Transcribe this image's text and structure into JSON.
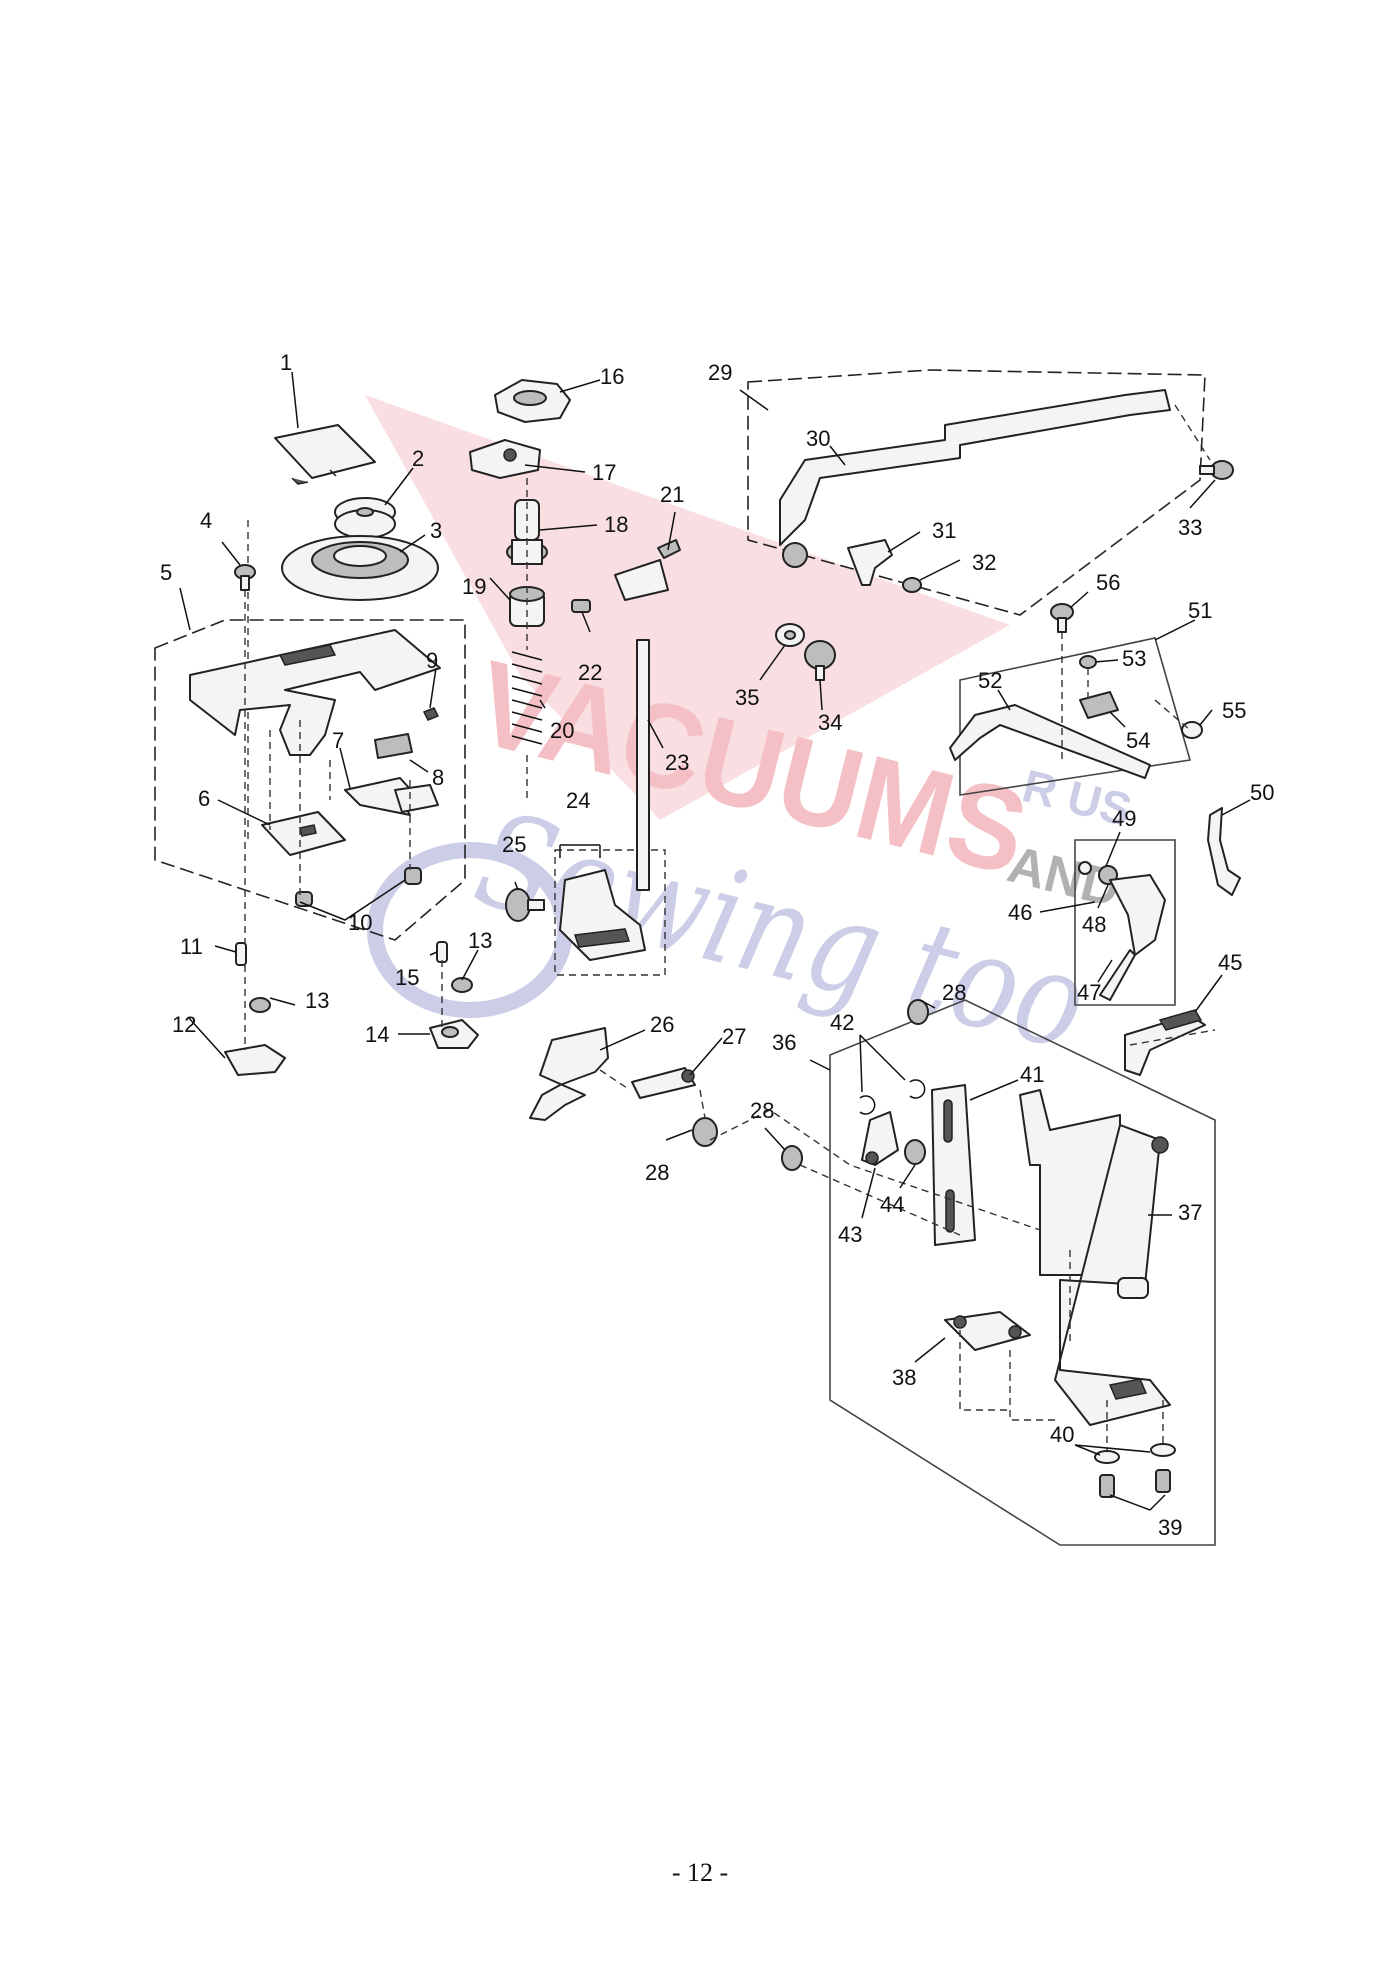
{
  "page_number": "- 12 -",
  "watermark": {
    "line1": "VACUUMS",
    "line2": "R US",
    "line3": "AND",
    "line4": "Sewing too",
    "color_red": "#e8747f",
    "color_blue": "#8f92cc"
  },
  "callouts": [
    {
      "id": "1",
      "label": "1"
    },
    {
      "id": "2",
      "label": "2"
    },
    {
      "id": "3",
      "label": "3"
    },
    {
      "id": "4",
      "label": "4"
    },
    {
      "id": "5",
      "label": "5"
    },
    {
      "id": "6",
      "label": "6"
    },
    {
      "id": "7",
      "label": "7"
    },
    {
      "id": "8",
      "label": "8"
    },
    {
      "id": "9",
      "label": "9"
    },
    {
      "id": "10",
      "label": "10"
    },
    {
      "id": "11",
      "label": "11"
    },
    {
      "id": "12",
      "label": "12"
    },
    {
      "id": "13a",
      "label": "13"
    },
    {
      "id": "13b",
      "label": "13"
    },
    {
      "id": "14",
      "label": "14"
    },
    {
      "id": "15",
      "label": "15"
    },
    {
      "id": "16",
      "label": "16"
    },
    {
      "id": "17",
      "label": "17"
    },
    {
      "id": "18",
      "label": "18"
    },
    {
      "id": "19",
      "label": "19"
    },
    {
      "id": "20",
      "label": "20"
    },
    {
      "id": "21",
      "label": "21"
    },
    {
      "id": "22",
      "label": "22"
    },
    {
      "id": "23",
      "label": "23"
    },
    {
      "id": "24",
      "label": "24"
    },
    {
      "id": "25",
      "label": "25"
    },
    {
      "id": "26",
      "label": "26"
    },
    {
      "id": "27",
      "label": "27"
    },
    {
      "id": "28a",
      "label": "28"
    },
    {
      "id": "28b",
      "label": "28"
    },
    {
      "id": "28c",
      "label": "28"
    },
    {
      "id": "29",
      "label": "29"
    },
    {
      "id": "30",
      "label": "30"
    },
    {
      "id": "31",
      "label": "31"
    },
    {
      "id": "32",
      "label": "32"
    },
    {
      "id": "33",
      "label": "33"
    },
    {
      "id": "34",
      "label": "34"
    },
    {
      "id": "35",
      "label": "35"
    },
    {
      "id": "36",
      "label": "36"
    },
    {
      "id": "37",
      "label": "37"
    },
    {
      "id": "38",
      "label": "38"
    },
    {
      "id": "39",
      "label": "39"
    },
    {
      "id": "40",
      "label": "40"
    },
    {
      "id": "41",
      "label": "41"
    },
    {
      "id": "42",
      "label": "42"
    },
    {
      "id": "43",
      "label": "43"
    },
    {
      "id": "44",
      "label": "44"
    },
    {
      "id": "45",
      "label": "45"
    },
    {
      "id": "46",
      "label": "46"
    },
    {
      "id": "47",
      "label": "47"
    },
    {
      "id": "48",
      "label": "48"
    },
    {
      "id": "49",
      "label": "49"
    },
    {
      "id": "50",
      "label": "50"
    },
    {
      "id": "51",
      "label": "51"
    },
    {
      "id": "52",
      "label": "52"
    },
    {
      "id": "53",
      "label": "53"
    },
    {
      "id": "54",
      "label": "54"
    },
    {
      "id": "55",
      "label": "55"
    },
    {
      "id": "56",
      "label": "56"
    }
  ]
}
